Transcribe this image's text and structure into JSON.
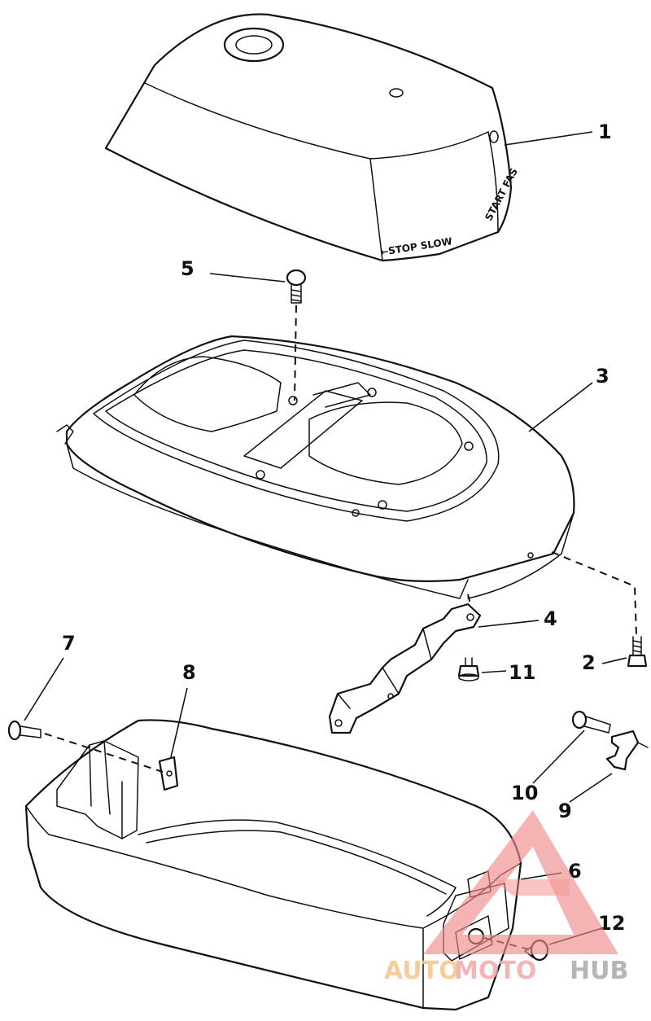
{
  "cover_markings": {
    "front": "←STOP SLOW",
    "side": "START FAS"
  },
  "callouts": [
    {
      "id": "1",
      "label": "1"
    },
    {
      "id": "2",
      "label": "2"
    },
    {
      "id": "3",
      "label": "3"
    },
    {
      "id": "4",
      "label": "4"
    },
    {
      "id": "5",
      "label": "5"
    },
    {
      "id": "6",
      "label": "6"
    },
    {
      "id": "7",
      "label": "7"
    },
    {
      "id": "8",
      "label": "8"
    },
    {
      "id": "9",
      "label": "9"
    },
    {
      "id": "10",
      "label": "10"
    },
    {
      "id": "11",
      "label": "11"
    },
    {
      "id": "12",
      "label": "12"
    }
  ],
  "watermark": {
    "part1": "AUTO",
    "part2": "MOTO",
    "part3": "HUB",
    "colors": {
      "auto": "#f3c58a",
      "moto": "#f2a9a9",
      "hub": "#a9a9a9",
      "triangle": "#f08a8a"
    }
  }
}
